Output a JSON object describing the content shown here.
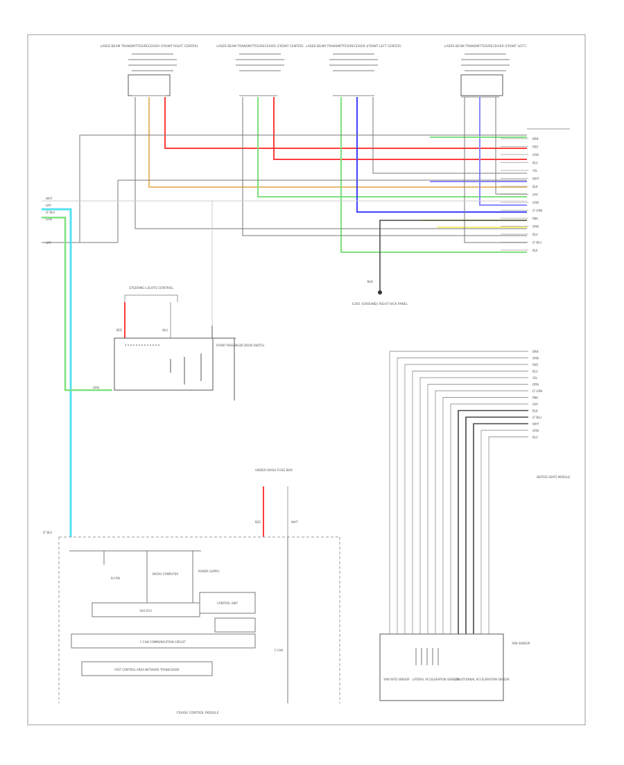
{
  "diagram": {
    "title_small": "",
    "sensor_titles": [
      "LASER BEAM TRANSMITTER/RECEIVER (FRONT RIGHT CENTER)",
      "LASER BEAM TRANSMITTER/RECEIVER (FRONT CENTER)",
      "LASER BEAM TRANSMITTER/RECEIVER (FRONT LEFT CENTER)",
      "LASER BEAM TRANSMITTER/RECEIVER (FRONT LEFT)"
    ],
    "top_right_label": "",
    "ground_label": "G301 (GROUND) RIGHT KICK PANEL",
    "ground_wire": "BLK",
    "lamp_title": "STEERING LIGHTS CONTROL",
    "lamp_wire_left": "RED",
    "lamp_wire_right": "BLU",
    "lamp_module_label": "FRONT PASSENGER DOOR SWITCH",
    "left_wires": [
      "WHT",
      "GRY",
      "LT BLU",
      "GRN",
      "GRY"
    ],
    "green_tag": "GRN",
    "fuse_label": "UNDER-DASH FUSE BOX",
    "fuse_wire_left": "RED",
    "fuse_wire_right": "WHT",
    "cyan_tag": "LT BLU",
    "cruise_module_title": "CRUISE CONTROL MODULE",
    "cruise_inner": [
      "B-CAN",
      "MICRO COMPUTER",
      "POWER SUPPLY",
      "VSA ECU",
      "CONTROL UNIT",
      "F-CAN COMMUNICATION CIRCUIT",
      "FAST CONTROL AREA NETWORK TRANSCEIVER"
    ],
    "cruise_side_tag": "F-CAN",
    "right_bank_labels": [
      "BRN",
      "RED",
      "GRN",
      "BLU",
      "YEL",
      "WHT",
      "BLK",
      "GRY",
      "GRN",
      "LT GRN",
      "PNK",
      "ORN",
      "BLU",
      "LT BLU",
      "BLK"
    ],
    "lower_bank_labels": [
      "BRN",
      "GRN",
      "RED",
      "BLU",
      "YEL",
      "ORN",
      "LT GRN",
      "PNK",
      "GRY",
      "BLK",
      "LT BLU",
      "WHT",
      "GRN",
      "BLU"
    ],
    "lower_bank_title": "HEATED SEATS MODULE",
    "yaw_sensor_title": "YAW SENSOR",
    "yaw_sub": [
      "YAW RATE SENSOR",
      "LATERAL ACCELERATION SENSOR",
      "LONGITUDINAL ACCELERATION SENSOR"
    ],
    "footer_code": ""
  }
}
